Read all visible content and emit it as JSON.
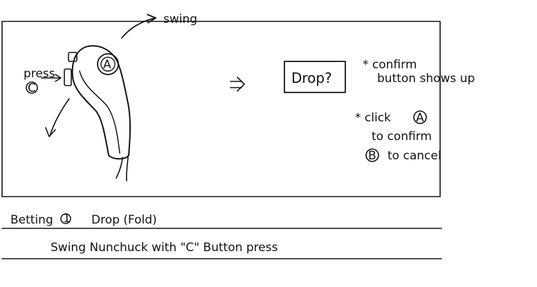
{
  "panel": {
    "swing_label": "swing",
    "press_label": "press",
    "press_button_letter": "C",
    "controller_button_letter": "A",
    "drop_dialog_label": "Drop?",
    "notes": {
      "note1_line1": "* confirm",
      "note1_line2": "button shows up",
      "note2_line1": "* click",
      "note2_button": "A",
      "note2_line2": "to confirm",
      "note3_button": "B",
      "note3_text": "to cancel"
    }
  },
  "caption": {
    "section_title": "Betting",
    "section_number": "1",
    "section_subtitle": "Drop (Fold)",
    "instruction": "Swing Nunchuck with \"C\" Button press"
  }
}
